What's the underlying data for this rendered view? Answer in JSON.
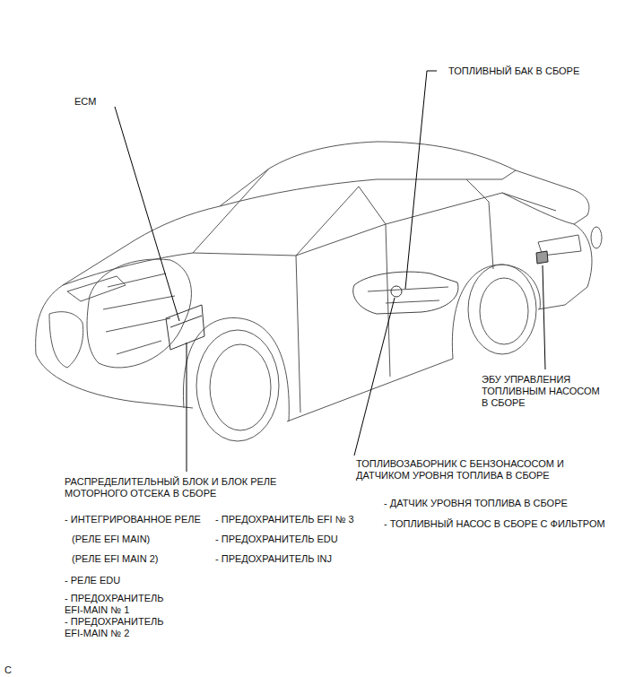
{
  "diagram": {
    "labels": [
      "ECM",
      "ТОПЛИВНЫЙ БАК В СБОРЕ",
      "ЭБУ УПРАВЛЕНИЯ ТОПЛИВНЫМ НАСОСОМ В СБОРЕ",
      "РАСПРЕДЕЛИТЕЛЬНЫЙ БЛОК И БЛОК РЕЛЕ МОТОРНОГО ОТСЕКА В СБОРЕ",
      "- ИНТЕГРИРОВАННОЕ РЕЛЕ",
      "(РЕЛЕ EFI MAIN)",
      "(РЕЛЕ EFI MAIN 2)",
      "- РЕЛЕ EDU",
      "- ПРЕДОХРАНИТЕЛЬ EFI-MAIN № 1",
      "- ПРЕДОХРАНИТЕЛЬ EFI-MAIN № 2",
      "- ПРЕДОХРАНИТЕЛЬ EFI № 3",
      "- ПРЕДОХРАНИТЕЛЬ EDU",
      "- ПРЕДОХРАНИТЕЛЬ INJ",
      "ТОПЛИВОЗАБОРНИК С БЕНЗОНАСОСОМ И ДАТЧИКОМ УРОВНЯ ТОПЛИВА В СБОРЕ",
      "- ДАТЧИК УРОВНЯ ТОПЛИВА В СБОРЕ",
      "- ТОПЛИВНЫЙ НАСОС В СБОРЕ С ФИЛЬТРОМ",
      "C"
    ]
  }
}
